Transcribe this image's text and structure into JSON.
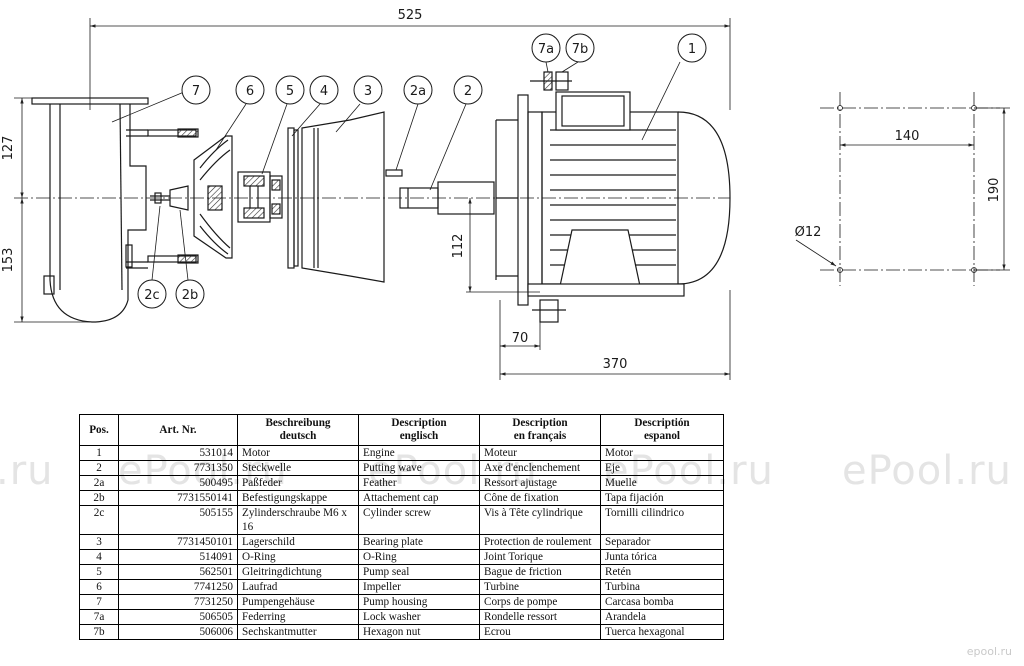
{
  "dimensions": {
    "total_length": "525",
    "pump_height_top": "127",
    "pump_height_bottom": "153",
    "motor_shaft_height": "112",
    "motor_foot_offset": "70",
    "motor_length": "370",
    "foot_spacing_width": "140",
    "foot_spacing_height": "190",
    "foot_hole_diameter": "Ø12"
  },
  "callouts": [
    "7",
    "6",
    "5",
    "4",
    "3",
    "2a",
    "2",
    "7a",
    "7b",
    "1",
    "2c",
    "2b"
  ],
  "watermark": {
    "text_left": ".ru",
    "text_mid1": "ePool.ru",
    "text_mid2": "ePool.ru",
    "text_mid3": "ePool.ru",
    "text_right": "ePool.ru",
    "logo": "epool.ru"
  },
  "table": {
    "headers": [
      {
        "line1": "Pos.",
        "line2": ""
      },
      {
        "line1": "Art. Nr.",
        "line2": ""
      },
      {
        "line1": "Beschreibung",
        "line2": "deutsch"
      },
      {
        "line1": "Description",
        "line2": "englisch"
      },
      {
        "line1": "Description",
        "line2": "en français"
      },
      {
        "line1": "Descriptión",
        "line2": "espanol"
      }
    ],
    "rows": [
      {
        "pos": "1",
        "art": "531014",
        "de": "Motor",
        "en": "Engine",
        "fr": "Moteur",
        "es": "Motor"
      },
      {
        "pos": "2",
        "art": "7731350",
        "de": "Steckwelle",
        "en": "Putting wave",
        "fr": "Axe d'enclenchement",
        "es": "Eje"
      },
      {
        "pos": "2a",
        "art": "500495",
        "de": "Paßfeder",
        "en": "Feather",
        "fr": "Ressort ajustage",
        "es": "Muelle"
      },
      {
        "pos": "2b",
        "art": "7731550141",
        "de": "Befestigungskappe",
        "en": "Attachement cap",
        "fr": "Cône de fixation",
        "es": "Tapa fijación"
      },
      {
        "pos": "2c",
        "art": "505155",
        "de": "Zylinderschraube M6 x 16",
        "en": "Cylinder screw",
        "fr": "Vis à Tête cylindrique",
        "es": "Tornilli cilindrico"
      },
      {
        "pos": "3",
        "art": "7731450101",
        "de": "Lagerschild",
        "en": "Bearing plate",
        "fr": "Protection de roulement",
        "es": "Separador"
      },
      {
        "pos": "4",
        "art": "514091",
        "de": "O-Ring",
        "en": "O-Ring",
        "fr": "Joint Torique",
        "es": "Junta tórica"
      },
      {
        "pos": "5",
        "art": "562501",
        "de": "Gleitringdichtung",
        "en": "Pump seal",
        "fr": "Bague de friction",
        "es": "Retén"
      },
      {
        "pos": "6",
        "art": "7741250",
        "de": "Laufrad",
        "en": "Impeller",
        "fr": "Turbine",
        "es": "Turbina"
      },
      {
        "pos": "7",
        "art": "7731250",
        "de": "Pumpengehäuse",
        "en": "Pump housing",
        "fr": "Corps de pompe",
        "es": "Carcasa bomba"
      },
      {
        "pos": "7a",
        "art": "506505",
        "de": "Federring",
        "en": "Lock washer",
        "fr": "Rondelle ressort",
        "es": "Arandela"
      },
      {
        "pos": "7b",
        "art": "506006",
        "de": "Sechskantmutter",
        "en": "Hexagon nut",
        "fr": "Ecrou",
        "es": "Tuerca hexagonal"
      }
    ]
  }
}
